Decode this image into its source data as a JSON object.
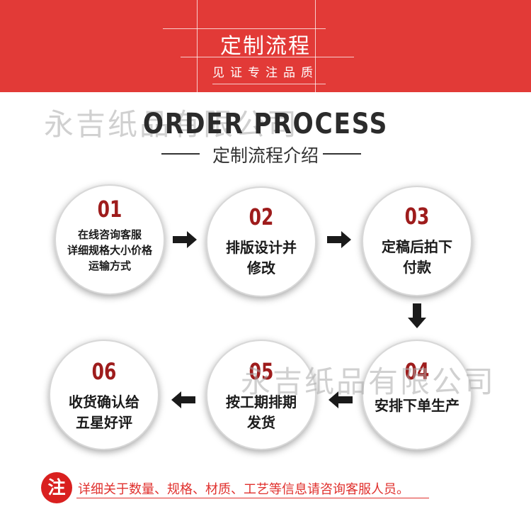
{
  "banner": {
    "title": "定制流程",
    "subtitle": "见证专注品质"
  },
  "watermark": "永吉纸品有限公司",
  "heading": {
    "title": "ORDER PROCESS",
    "subtitle": "定制流程介绍"
  },
  "steps": [
    {
      "num": "01",
      "lines": [
        "在线咨询客服",
        "详细规格大小价格",
        "运输方式"
      ]
    },
    {
      "num": "02",
      "lines": [
        "排版设计并",
        "修改"
      ]
    },
    {
      "num": "03",
      "lines": [
        "定稿后拍下",
        "付款"
      ]
    },
    {
      "num": "04",
      "lines": [
        "安排下单生产"
      ]
    },
    {
      "num": "05",
      "lines": [
        "按工期排期",
        "发货"
      ]
    },
    {
      "num": "06",
      "lines": [
        "收货确认给",
        "五星好评"
      ]
    }
  ],
  "note": {
    "badge": "注",
    "text": "详细关于数量、规格、材质、工艺等信息请咨询客服人员。"
  },
  "colors": {
    "banner": "#e23a37",
    "step_number": "#9e1c1c",
    "note": "#e0302d"
  }
}
